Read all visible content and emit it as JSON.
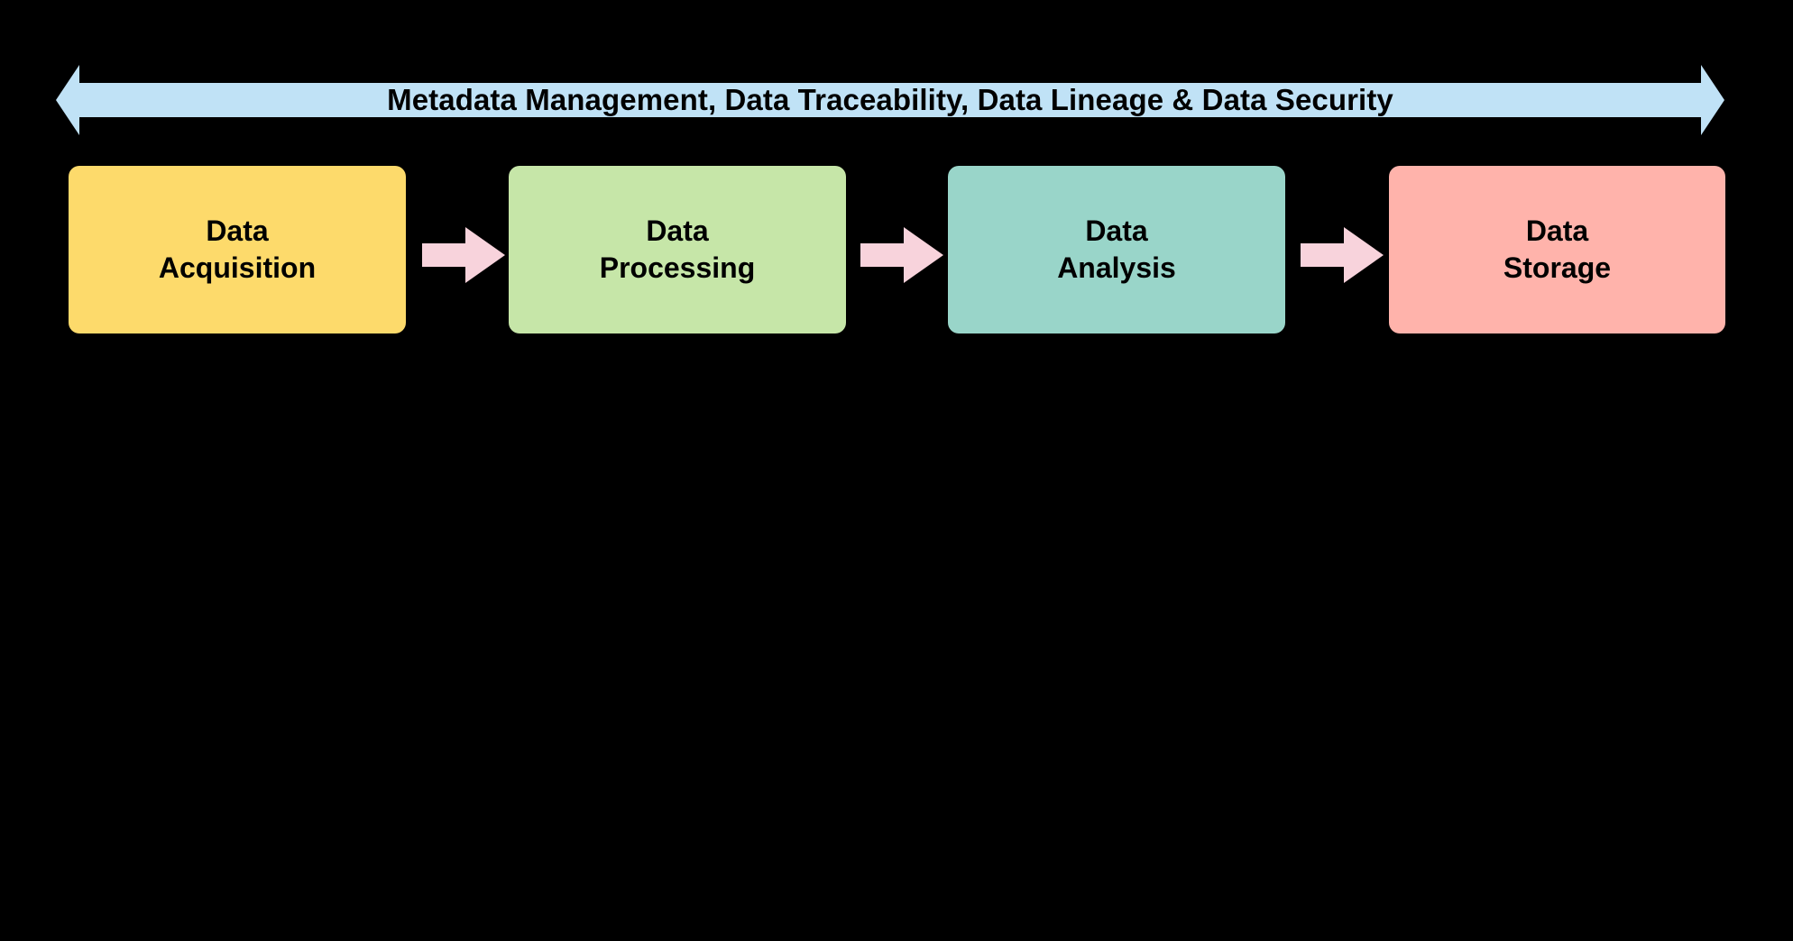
{
  "diagram": {
    "title_banner": {
      "text": "Metadata Management, Data Traceability, Data Lineage & Data Security",
      "color": "#C0E2F6",
      "direction": "bidirectional"
    },
    "background_color": "#000000",
    "text_color": "#000000",
    "connector_color": "#F8D3DC",
    "stages": [
      {
        "line1": "Data",
        "line2": "Acquisition",
        "color": "#FDDA6B"
      },
      {
        "line1": "Data",
        "line2": "Processing",
        "color": "#C6E6A8"
      },
      {
        "line1": "Data",
        "line2": "Analysis",
        "color": "#99D5C9"
      },
      {
        "line1": "Data",
        "line2": "Storage",
        "color": "#FFB3AB"
      }
    ],
    "connectors": [
      {
        "from": "Data Acquisition",
        "to": "Data Processing",
        "glyph": "arrow-right-icon"
      },
      {
        "from": "Data Processing",
        "to": "Data Analysis",
        "glyph": "arrow-right-icon"
      },
      {
        "from": "Data Analysis",
        "to": "Data Storage",
        "glyph": "arrow-right-icon"
      }
    ]
  }
}
